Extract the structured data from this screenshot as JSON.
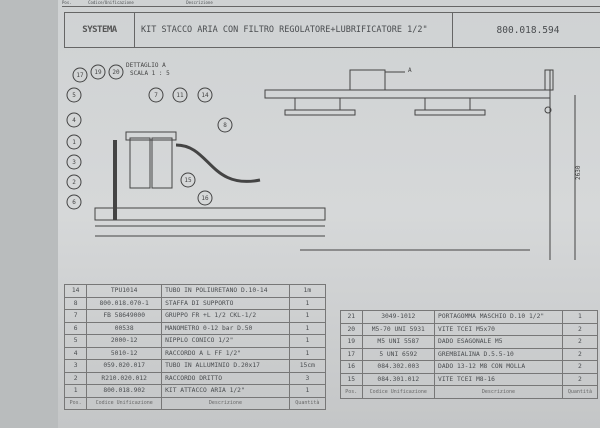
{
  "title_block": {
    "logo": "SYSTEMA",
    "title": "KIT STACCO ARIA CON FILTRO REGOLATORE+LUBRIFICATORE 1/2\"",
    "code": "800.018.594"
  },
  "top_strip": {
    "pos": "Pos.",
    "code": "Codice/Unificazione",
    "desc": "Descrizione"
  },
  "drawing": {
    "detail_title": "DETTAGLIO A",
    "detail_scale": "SCALA 1 : 5",
    "view_label": "A",
    "dimension": "2630",
    "balloons": [
      "17",
      "19",
      "20",
      "5",
      "4",
      "1",
      "3",
      "2",
      "6",
      "7",
      "11",
      "14",
      "8",
      "15",
      "16"
    ]
  },
  "table_left": {
    "headers": [
      "Pos.",
      "Codice Unificazione",
      "Descrizione",
      "Quantità"
    ],
    "rows": [
      [
        "14",
        "TPU1014",
        "TUBO IN POLIURETANO D.10-14",
        "1m"
      ],
      [
        "8",
        "800.018.070-1",
        "STAFFA DI SUPPORTO",
        "1"
      ],
      [
        "7",
        "FB 58649000",
        "GRUPPO FR +L 1/2 CKL-1/2",
        "1"
      ],
      [
        "6",
        "00538",
        "MANOMETRO 0-12 bar D.50",
        "1"
      ],
      [
        "5",
        "2000-12",
        "NIPPLO CONICO 1/2\"",
        "1"
      ],
      [
        "4",
        "5010-12",
        "RACCORDO A L FF 1/2\"",
        "1"
      ],
      [
        "3",
        "059.020.017",
        "TUBO IN ALLUMINIO D.20x17",
        "15cm"
      ],
      [
        "2",
        "R210.020.012",
        "RACCORDO DRITTO",
        "3"
      ],
      [
        "1",
        "800.018.902",
        "KIT ATTACCO ARIA 1/2\"",
        "1"
      ]
    ]
  },
  "table_right": {
    "headers": [
      "Pos.",
      "Codice Unificazione",
      "Descrizione",
      "Quantità"
    ],
    "rows": [
      [
        "21",
        "3049-1012",
        "PORTAGOMMA MASCHIO D.10 1/2\"",
        "1"
      ],
      [
        "20",
        "M5-70 UNI 5931",
        "VITE TCEI M5x70",
        "2"
      ],
      [
        "19",
        "M5 UNI 5587",
        "DADO ESAGONALE M5",
        "2"
      ],
      [
        "17",
        "5 UNI 6592",
        "GREMBIALINA D.5.5-10",
        "2"
      ],
      [
        "16",
        "084.302.003",
        "DADO 13-12 M8 CON MOLLA",
        "2"
      ],
      [
        "15",
        "084.301.012",
        "VITE TCEI M8-16",
        "2"
      ]
    ]
  }
}
